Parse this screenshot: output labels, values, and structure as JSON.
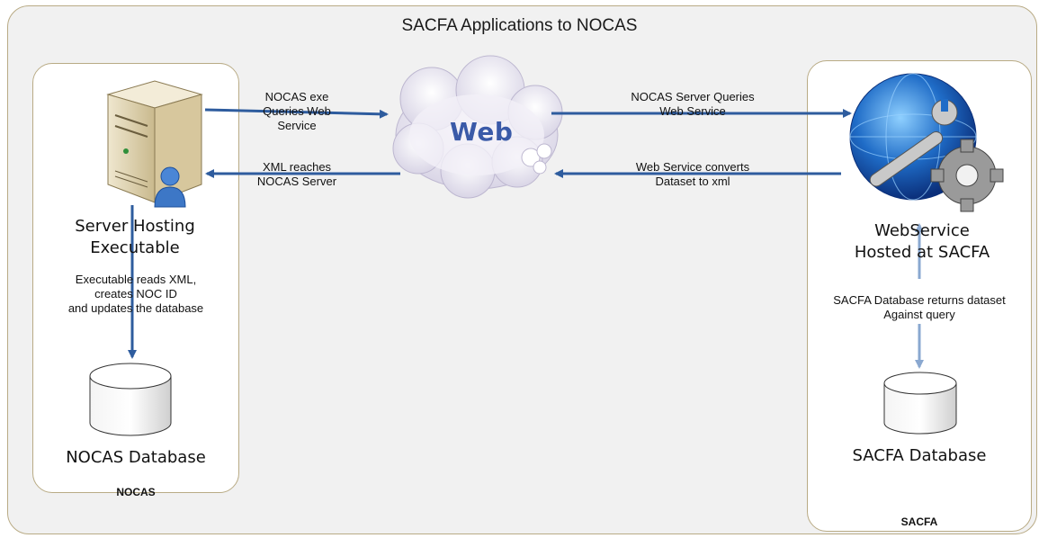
{
  "title": "SACFA Applications to NOCAS",
  "left_panel": {
    "caption": "NOCAS",
    "server_label_line1": "Server Hosting",
    "server_label_line2": "Executable",
    "note_line1": "Executable reads XML,",
    "note_line2": "creates NOC ID",
    "note_line3": "and updates the database",
    "database_label": "NOCAS Database"
  },
  "center": {
    "cloud_label": "Web",
    "arrow_top_left_line1": "NOCAS exe",
    "arrow_top_left_line2": "Queries Web",
    "arrow_top_left_line3": "Service",
    "arrow_bottom_left_line1": "XML reaches",
    "arrow_bottom_left_line2": "NOCAS Server",
    "arrow_top_right_line1": "NOCAS Server Queries",
    "arrow_top_right_line2": "Web Service",
    "arrow_bottom_right_line1": "Web Service converts",
    "arrow_bottom_right_line2": "Dataset to xml"
  },
  "right_panel": {
    "caption": "SACFA",
    "service_label_line1": "WebService",
    "service_label_line2": "Hosted at SACFA",
    "note_line1": "SACFA Database returns dataset",
    "note_line2": "Against query",
    "database_label": "SACFA Database"
  },
  "colors": {
    "arrow_dark": "#2e5c9e",
    "arrow_light": "#8aa8d0",
    "border": "#b9ab85",
    "background": "#f1f1f1"
  },
  "icons": [
    "server-icon",
    "user-icon",
    "cloud-icon",
    "globe-icon",
    "wrench-icon",
    "gear-icon",
    "database-icon"
  ]
}
